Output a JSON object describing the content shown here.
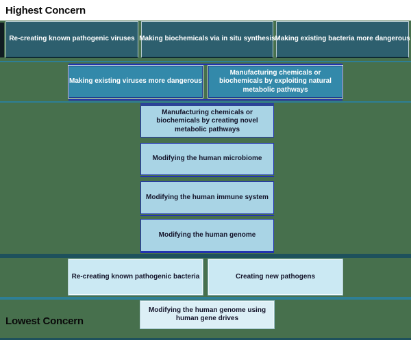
{
  "titles": {
    "top": "Highest Concern",
    "bottom": "Lowest Concern"
  },
  "colors": {
    "background_green": "#47704D",
    "tier1_box": "#2D5F6E",
    "tier2_box": "#3389AA",
    "tier3_box": "#A9D4E5",
    "tier7_box": "#CBE9F3",
    "tier8_box": "#DCEFF6",
    "separator_teal": "#2E7F96",
    "separator_navy": "#2233B0",
    "separator_dark_teal": "#1E515C",
    "light_text": "#FFFFFF",
    "dark_text": "#14142A"
  },
  "tiers": [
    {
      "rank": 1,
      "boxes": [
        {
          "label": "Re-creating known pathogenic viruses"
        },
        {
          "label": "Making biochemicals via in situ synthesis"
        },
        {
          "label": "Making existing bacteria more dangerous"
        }
      ]
    },
    {
      "rank": 2,
      "boxes": [
        {
          "label": "Making existing viruses more dangerous"
        },
        {
          "label": "Manufacturing chemicals or biochemicals by exploiting natural metabolic pathways"
        }
      ]
    },
    {
      "rank": 3,
      "boxes": [
        {
          "label": "Manufacturing chemicals or biochemicals by creating novel metabolic pathways"
        }
      ]
    },
    {
      "rank": 4,
      "boxes": [
        {
          "label": "Modifying the human microbiome"
        }
      ]
    },
    {
      "rank": 5,
      "boxes": [
        {
          "label": "Modifying the human immune system"
        }
      ]
    },
    {
      "rank": 6,
      "boxes": [
        {
          "label": "Modifying the human genome"
        }
      ]
    },
    {
      "rank": 7,
      "boxes": [
        {
          "label": "Re-creating known pathogenic bacteria"
        },
        {
          "label": "Creating new pathogens"
        }
      ]
    },
    {
      "rank": 8,
      "boxes": [
        {
          "label": "Modifying the human genome using human gene drives"
        }
      ]
    }
  ]
}
